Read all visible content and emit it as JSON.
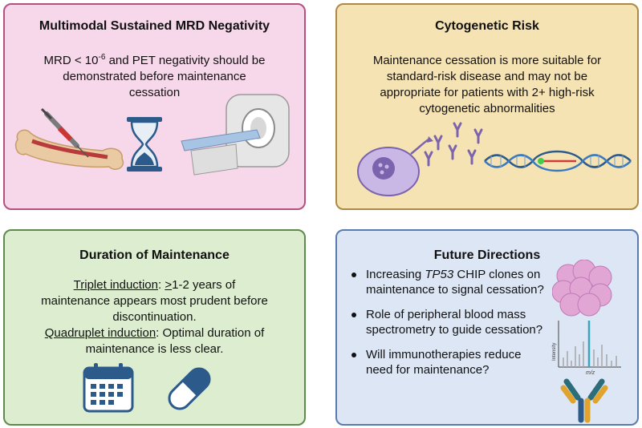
{
  "panel1": {
    "title": "Multimodal Sustained MRD Negativity",
    "line1_pre": "MRD < 10",
    "line1_sup": "-6",
    "line1_post": " and PET negativity should be",
    "line2": "demonstrated before maintenance",
    "line3": "cessation"
  },
  "panel2": {
    "title": "Cytogenetic Risk",
    "lines": [
      "Maintenance cessation is more suitable for",
      "standard-risk disease and may not be",
      "appropriate for patients with 2+ high-risk",
      "cytogenetic abnormalities"
    ]
  },
  "panel3": {
    "title": "Duration of Maintenance",
    "triplet_label": "Triplet induction",
    "triplet_colon": ": ",
    "triplet_geq": ">",
    "triplet_rest": "1-2 years of",
    "line2": "maintenance appears most prudent before",
    "line3": "discontinuation.",
    "quad_label": "Quadruplet induction",
    "quad_rest": ": Optimal duration of",
    "line5": "maintenance is less clear."
  },
  "panel4": {
    "title": "Future Directions",
    "b1_pre": "Increasing ",
    "b1_em": "TP53",
    "b1_post": " CHIP clones on maintenance to signal cessation?",
    "b2": "Role of peripheral blood mass spectrometry to guide cessation?",
    "b3": "Will immunotherapies reduce need for maintenance?",
    "ms_ylabel": "Intensity",
    "ms_xlabel": "m/z"
  },
  "colors": {
    "pink_bg": "#f7d7ea",
    "tan_bg": "#f6e3b4",
    "green_bg": "#dceecf",
    "blue_bg": "#dce6f5",
    "navy_icon": "#2c5a8a",
    "teal_ms": "#3aa5b8"
  }
}
